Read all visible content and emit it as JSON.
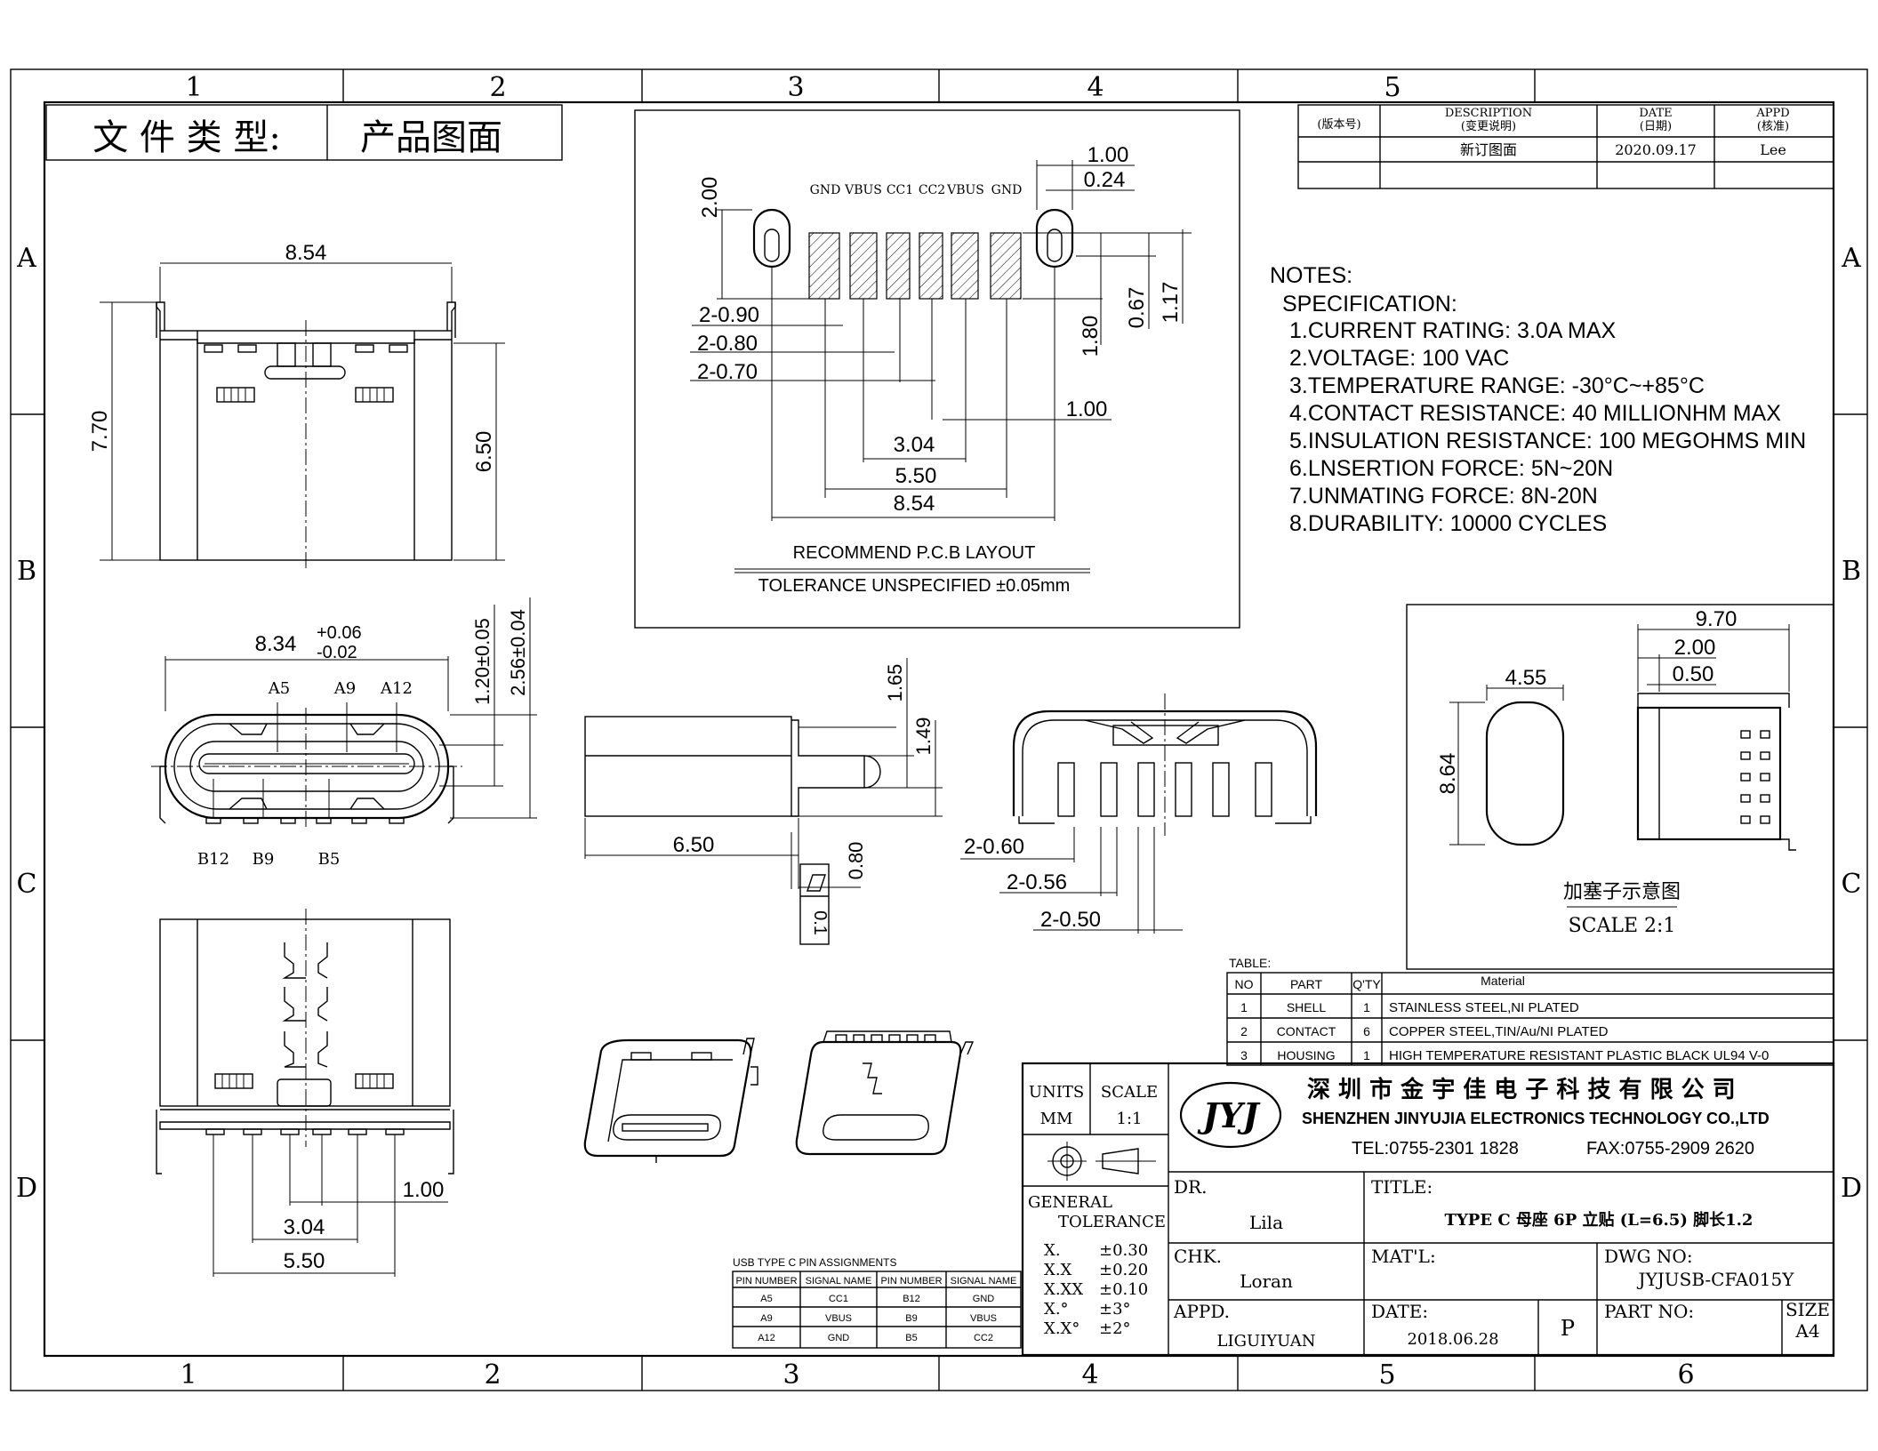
{
  "frame": {
    "cols_top": [
      "1",
      "2",
      "3",
      "4",
      "5"
    ],
    "cols_bottom": [
      "1",
      "2",
      "3",
      "4",
      "5",
      "6"
    ],
    "rows": [
      "A",
      "B",
      "C",
      "D"
    ]
  },
  "doc_type": {
    "label": "文 件 类 型:",
    "value": "产品图面"
  },
  "revision": {
    "headers": {
      "ver": "(版本号)",
      "desc_en": "DESCRIPTION",
      "desc_cn": "(变更说明)",
      "date_en": "DATE",
      "date_cn": "(日期)",
      "appd_en": "APPD",
      "appd_cn": "(核准)"
    },
    "row": {
      "desc": "新订图面",
      "date": "2020.09.17",
      "appd": "Lee"
    }
  },
  "pcb": {
    "pins": [
      "GND",
      "VBUS",
      "CC1",
      "CC2",
      "VBUS",
      "GND"
    ],
    "dims": {
      "d_100_top": "1.00",
      "d_024": "0.24",
      "d_200": "2.00",
      "d_067": "0.67",
      "d_117": "1.17",
      "d_180": "1.80",
      "d_090": "2-0.90",
      "d_080": "2-0.80",
      "d_070": "2-0.70",
      "d_100_mid": "1.00",
      "d_304": "3.04",
      "d_550": "5.50",
      "d_854": "8.54"
    },
    "caption1": "RECOMMEND P.C.B LAYOUT",
    "caption2": "TOLERANCE UNSPECIFIED ±0.05mm"
  },
  "notes": {
    "title": "NOTES:",
    "subtitle": "SPECIFICATION:",
    "items": [
      "1.CURRENT RATING: 3.0A MAX",
      "2.VOLTAGE: 100 VAC",
      "3.TEMPERATURE RANGE: -30°C~+85°C",
      "4.CONTACT RESISTANCE: 40 MILLIONHM MAX",
      "5.INSULATION RESISTANCE: 100 MEGOHMS MIN",
      "6.LNSERTION FORCE: 5N~20N",
      "7.UNMATING FORCE: 8N-20N",
      "8.DURABILITY: 10000 CYCLES"
    ]
  },
  "top_view": {
    "w": "8.54",
    "h": "7.70",
    "h2": "6.50"
  },
  "front_view": {
    "w": "8.34",
    "tol_plus": "+0.06",
    "tol_minus": "-0.02",
    "h1": "1.20±0.05",
    "h2": "2.56±0.04",
    "top_labels": [
      "A5",
      "A9",
      "A12"
    ],
    "bottom_labels": [
      "B12",
      "B9",
      "B5"
    ]
  },
  "side_view": {
    "h1": "1.65",
    "h2": "1.49",
    "len": "6.50",
    "t": "0.80",
    "flat": "0.1"
  },
  "rear_view": {
    "d060": "2-0.60",
    "d056": "2-0.56",
    "d050": "2-0.50"
  },
  "bottom_view": {
    "d100": "1.00",
    "d304": "3.04",
    "d550": "5.50"
  },
  "plug": {
    "w": "4.55",
    "h": "8.64",
    "d970": "9.70",
    "d200": "2.00",
    "d050": "0.50",
    "caption": "加塞子示意图",
    "scale": "SCALE 2:1"
  },
  "bom": {
    "label": "TABLE:",
    "headers": [
      "NO",
      "PART",
      "Q'TY",
      "Material"
    ],
    "rows": [
      [
        "1",
        "SHELL",
        "1",
        "STAINLESS STEEL,NI PLATED"
      ],
      [
        "2",
        "CONTACT",
        "6",
        "COPPER STEEL,TIN/Au/NI PLATED"
      ],
      [
        "3",
        "HOUSING",
        "1",
        "HIGH TEMPERATURE RESISTANT PLASTIC BLACK UL94 V-0"
      ]
    ]
  },
  "pin_table": {
    "title": "USB TYPE C PIN ASSIGNMENTS",
    "headers": [
      "PIN NUMBER",
      "SIGNAL NAME",
      "PIN NUMBER",
      "SIGNAL NAME"
    ],
    "rows": [
      [
        "A5",
        "CC1",
        "B12",
        "GND"
      ],
      [
        "A9",
        "VBUS",
        "B9",
        "VBUS"
      ],
      [
        "A12",
        "GND",
        "B5",
        "CC2"
      ]
    ]
  },
  "title_block": {
    "units_label": "UNITS",
    "units": "MM",
    "scale_label": "SCALE",
    "scale": "1:1",
    "logo": "JYJ",
    "company_cn": "深 圳 市 金 宇 佳 电 子 科 技 有 限 公 司",
    "company_en": "SHENZHEN JINYUJIA ELECTRONICS TECHNOLOGY CO.,LTD",
    "tel": "TEL:0755-2301 1828",
    "fax": "FAX:0755-2909 2620",
    "tol_title1": "GENERAL",
    "tol_title2": "TOLERANCE",
    "tolerances": [
      [
        "X.",
        "±0.30"
      ],
      [
        "X.X",
        "±0.20"
      ],
      [
        "X.XX",
        "±0.10"
      ],
      [
        "X.°",
        "±3°"
      ],
      [
        "X.X°",
        "±2°"
      ]
    ],
    "dr_label": "DR.",
    "dr": "Lila",
    "chk_label": "CHK.",
    "chk": "Loran",
    "appd_label": "APPD.",
    "appd": "LIGUIYUAN",
    "title_label": "TITLE:",
    "title": "TYPE C 母座 6P 立贴 (L=6.5) 脚长1.2",
    "mat_label": "MAT'L:",
    "dwg_label": "DWG NO:",
    "dwg": "JYJUSB-CFA015Y",
    "date_label": "DATE:",
    "date": "2018.06.28",
    "p": "P",
    "part_label": "PART NO:",
    "size_label": "SIZE",
    "size": "A4"
  }
}
